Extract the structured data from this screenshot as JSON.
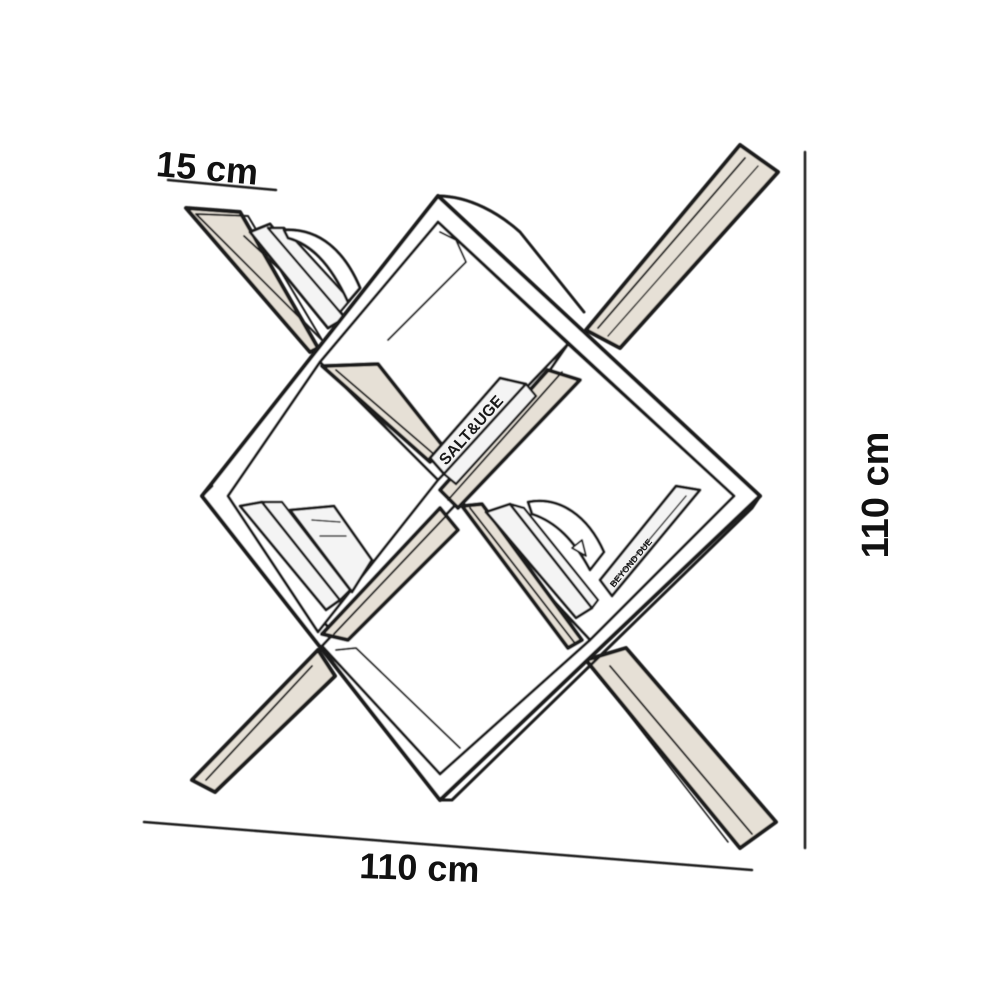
{
  "dimensions": {
    "depth_label": "15 cm",
    "width_label": "110 cm",
    "height_label": "110 cm"
  },
  "colors": {
    "line": "#1a1a1a",
    "wood_fill": "#e6e0d6",
    "panel_fill": "#ffffff",
    "book_fill": "#f4f4f4"
  },
  "book_spine_texts": [
    "SALT&UGE",
    "BEYOND DUE"
  ]
}
